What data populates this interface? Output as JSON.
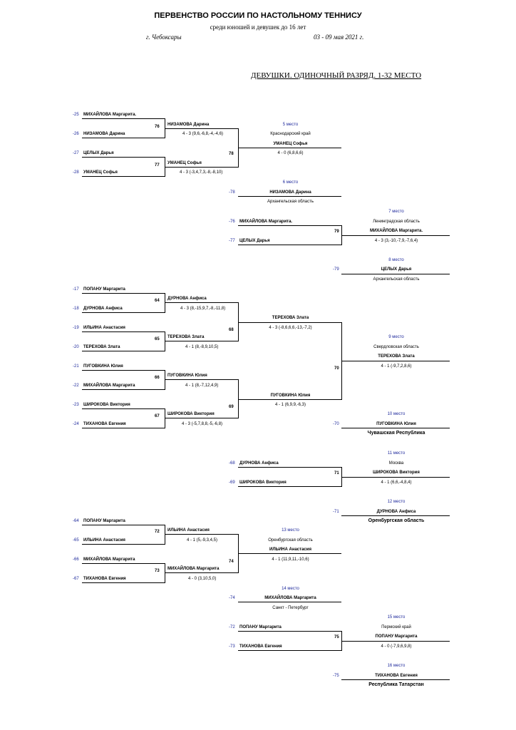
{
  "header": {
    "title": "ПЕРВЕНСТВО РОССИИ ПО НАСТОЛЬНОМУ ТЕННИСУ",
    "subtitle": "среди юношей и девушек до 16 лет",
    "city": "г. Чебоксары",
    "dates": "03 - 09 мая  2021 г.",
    "section": "ДЕВУШКИ.  ОДИНОЧНЫЙ РАЗРЯД. 1-32 МЕСТО"
  },
  "codes": {
    "c25": "-25",
    "c26": "-26",
    "c27": "-27",
    "c28": "-28",
    "c78": "-78",
    "c76": "-76",
    "c77": "-77",
    "c79": "-79",
    "c17": "-17",
    "c18": "-18",
    "c19": "-19",
    "c20": "-20",
    "c21": "-21",
    "c22": "-22",
    "c23": "-23",
    "c24": "-24",
    "c70": "-70",
    "c68": "-68",
    "c69": "-69",
    "c71": "-71",
    "c64": "-64",
    "c65": "-65",
    "c66": "-66",
    "c67": "-67",
    "c74": "-74",
    "c72": "-72",
    "c73": "-73",
    "c75": "-75"
  },
  "players": {
    "p1": "МИХАЙЛОВА Маргарита.",
    "p2": "НИЗАМОВА Дарина",
    "p3": "ЦЕЛЫХ Дарья",
    "p4": "УМАНЕЦ Софья",
    "p5": "МИХАЙЛОВА Маргарита.",
    "p6": "ЦЕЛЫХ Дарья",
    "p7": "ПОПАНУ Маргарита",
    "p8": "ДУРНОВА Анфиса",
    "p9": "ИЛЬИНА Анастасия",
    "p10": "ТЕРЕХОВА Злата",
    "p11": "ПУГОВКИНА Юлия",
    "p12": "МИХАЙЛОВА Маргарита",
    "p13": "ШИРОКОВА Виктория",
    "p14": "ТИХАНОВА Евгения",
    "p15": "ДУРНОВА Анфиса",
    "p16": "ШИРОКОВА Виктория",
    "p17": "ПОПАНУ Маргарита",
    "p18": "ИЛЬИНА Анастасия",
    "p19": "МИХАЙЛОВА Маргарита",
    "p20": "ТИХАНОВА Евгения",
    "p21": "ПОПАНУ Маргарита",
    "p22": "ТИХАНОВА Евгения"
  },
  "matches": {
    "m76": {
      "num": "76",
      "winner": "НИЗАМОВА Дарина",
      "score": "4 - 3 (9,6,-6,8,-4,-4,6)"
    },
    "m77": {
      "num": "77",
      "winner": "УМАНЕЦ Софья",
      "score": "4 - 3 (-3,4,7,3,-8,-8,10)"
    },
    "m78": {
      "num": "78"
    },
    "m79": {
      "num": "79"
    },
    "m64": {
      "num": "64",
      "winner": "ДУРНОВА Анфиса",
      "score": "4 - 3 (8,-15,9,7,-8,-11,8)"
    },
    "m65": {
      "num": "65",
      "winner": "ТЕРЕХОВА Злата",
      "score": "4 - 1 (8,-8,9,10,5)"
    },
    "m66": {
      "num": "66",
      "winner": "ПУГОВКИНА Юлия",
      "score": "4 - 1 (8,-7,12,4,9)"
    },
    "m67": {
      "num": "67",
      "winner": "ШИРОКОВА Виктория",
      "score": "4 - 3 (-5,7,8,8,-5,-6,8)"
    },
    "m68": {
      "num": "68",
      "winner": "ТЕРЕХОВА Злата",
      "score": "4 - 3 (-8,6,6,6,-13,-7,2)"
    },
    "m69": {
      "num": "69",
      "winner": "ПУГОВКИНА Юлия",
      "score": "4 - 1 (6,9,9,-6,3)"
    },
    "m70": {
      "num": "70"
    },
    "m71": {
      "num": "71"
    },
    "m72": {
      "num": "72",
      "winner": "ИЛЬИНА Анастасия",
      "score": "4 - 1 (5,-9,3,4,5)"
    },
    "m73": {
      "num": "73",
      "winner": "МИХАЙЛОВА Маргарита",
      "score": "4 - 0 (3,10,5,0)"
    },
    "m74": {
      "num": "74"
    },
    "m75": {
      "num": "75"
    }
  },
  "places": {
    "pl5": {
      "label": "5 место",
      "region": "Краснодарский край",
      "name": "УМАНЕЦ Софья",
      "score": "4 - 0 (6,8,6,6)"
    },
    "pl6": {
      "label": "6 место",
      "name": "НИЗАМОВА Дарина",
      "region": "Архангельская область"
    },
    "pl7": {
      "label": "7 место",
      "region": "Ленинградская область",
      "name": "МИХАЙЛОВА Маргарита.",
      "score": "4 - 3 (3,-10,-7,9,-7,6,4)"
    },
    "pl8": {
      "label": "8 место",
      "name": "ЦЕЛЫХ Дарья",
      "region": "Архангельская область"
    },
    "pl9": {
      "label": "9 место",
      "region": "Свердловская область",
      "name": "ТЕРЕХОВА Злата",
      "score": "4 - 1 (-9,7,2,8,6)"
    },
    "pl10": {
      "label": "10 место",
      "name": "ПУГОВКИНА Юлия",
      "region": "Чувашская Республика"
    },
    "pl11": {
      "label": "11 место",
      "region": "Москва",
      "name": "ШИРОКОВА Виктория",
      "score": "4 - 1 (6,6,-4,8,4)"
    },
    "pl12": {
      "label": "12 место",
      "name": "ДУРНОВА Анфиса",
      "region": "Оренбургская область"
    },
    "pl13": {
      "label": "13 место",
      "region": "Оренбургская область",
      "name": "ИЛЬИНА Анастасия",
      "score": "4 - 1 (11,9,11,-10,6)"
    },
    "pl14": {
      "label": "14 место",
      "name": "МИХАЙЛОВА Маргарита",
      "region": "Санкт - Петербург"
    },
    "pl15": {
      "label": "15 место",
      "region": "Пермский край",
      "name": "ПОПАНУ Маргарита",
      "score": "4 - 0 (-7,9,6,9,8)"
    },
    "pl16": {
      "label": "16 место",
      "name": "ТИХАНОВА Евгения",
      "region": "Республика Татарстан"
    }
  }
}
